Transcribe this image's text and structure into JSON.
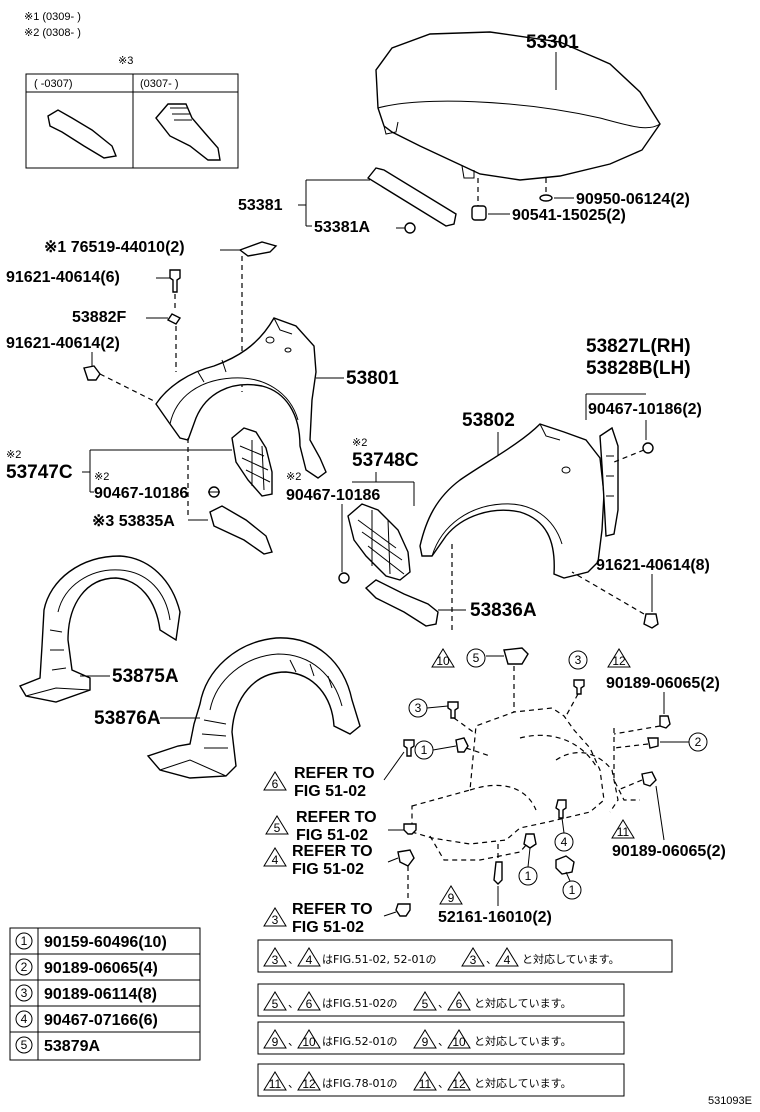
{
  "notes": {
    "n1": "※1 (0309-      )",
    "n2": "※2 (0308-      )",
    "n3": "※3",
    "inset_left": "(      -0307)",
    "inset_right": "(0307-      )"
  },
  "labels": {
    "hood": "53301",
    "clip": "90950-06124(2)",
    "cushion": "90541-15025(2)",
    "seal": "53381",
    "seal_a": "53381A",
    "bracket1": "※1 76519-44010(2)",
    "bolt1": "91621-40614(6)",
    "p53882f": "53882F",
    "bolt2": "91621-40614(2)",
    "fender_rh": "53801",
    "fender_lh": "53802",
    "prot_rh": "53827L(RH)",
    "prot_lh": "53828B(LH)",
    "screw_a": "90467-10186(2)",
    "mark2a": "※2",
    "p53747c": "53747C",
    "mark2b": "※2",
    "screw_b": "90467-10186",
    "mark2c": "※2",
    "p53748c": "53748C",
    "mark2d": "※2",
    "screw_c": "90467-10186",
    "p53835a": "※3 53835A",
    "p53836a": "53836A",
    "bolt3": "91621-40614(8)",
    "liner_rh": "53875A",
    "liner_lh": "53876A",
    "ref1_a": "REFER TO",
    "ref1_b": "FIG 51-02",
    "ref2_a": "REFER TO",
    "ref2_b": "FIG 51-02",
    "ref3_a": "REFER TO",
    "ref3_b": "FIG 51-02",
    "ref4_a": "REFER TO",
    "ref4_b": "FIG 51-02",
    "screw_d": "90189-06065(2)",
    "screw_e": "90189-06065(2)",
    "clip_b": "52161-16010(2)",
    "fig_code": "531093E"
  },
  "tri_nums": {
    "t10": "10",
    "t12": "12",
    "t6": "6",
    "t5": "5",
    "t4": "4",
    "t3": "3",
    "t11": "11",
    "t9": "9"
  },
  "circ_nums": {
    "c5": "5",
    "c3a": "3",
    "c3b": "3",
    "c2": "2",
    "c1a": "1",
    "c4": "4",
    "c1b": "1",
    "c1c": "1"
  },
  "legend": [
    {
      "num": "1",
      "part": "90159-60496(10)"
    },
    {
      "num": "2",
      "part": "90189-06065(4)"
    },
    {
      "num": "3",
      "part": "90189-06114(8)"
    },
    {
      "num": "4",
      "part": "90467-07166(6)"
    },
    {
      "num": "5",
      "part": "53879A"
    }
  ],
  "jp_notes": [
    {
      "a": "3",
      "b": "4",
      "text": "はFIG.51-02, 52-01の",
      "c": "3",
      "d": "4",
      "tail": "と対応しています。"
    },
    {
      "a": "5",
      "b": "6",
      "text": "はFIG.51-02の",
      "c": "5",
      "d": "6",
      "tail": "と対応しています。"
    },
    {
      "a": "9",
      "b": "10",
      "text": "はFIG.52-01の",
      "c": "9",
      "d": "10",
      "tail": "と対応しています。"
    },
    {
      "a": "11",
      "b": "12",
      "text": "はFIG.78-01の",
      "c": "11",
      "d": "12",
      "tail": "と対応しています。"
    }
  ],
  "jp_sep": "、"
}
